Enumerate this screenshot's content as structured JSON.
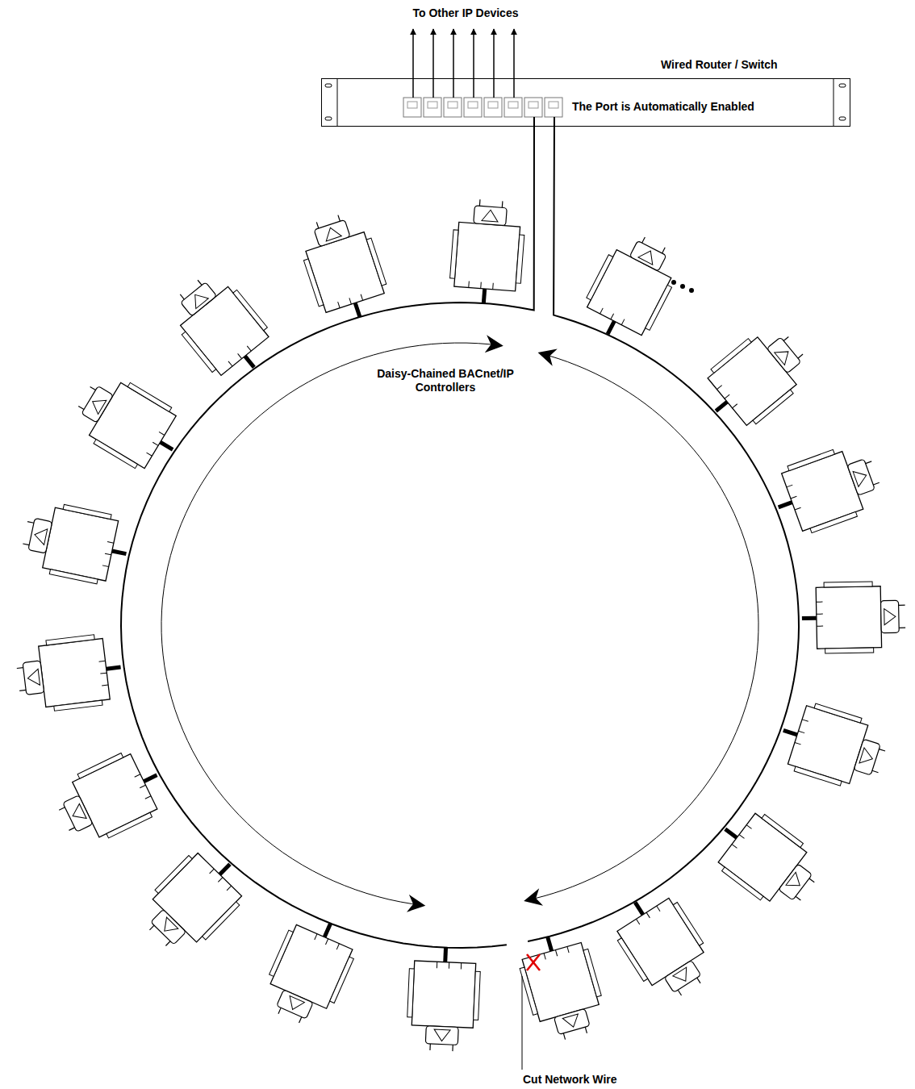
{
  "diagram": {
    "nodes": [
      {
        "text": [
          "Wired Router / Switch",
          "The Port is Automatically Enabled"
        ]
      }
    ],
    "labels": [
      "To Other IP Devices",
      "Daisy-Chained BACnet/IP Controllers",
      "Cut Network Wire"
    ]
  }
}
